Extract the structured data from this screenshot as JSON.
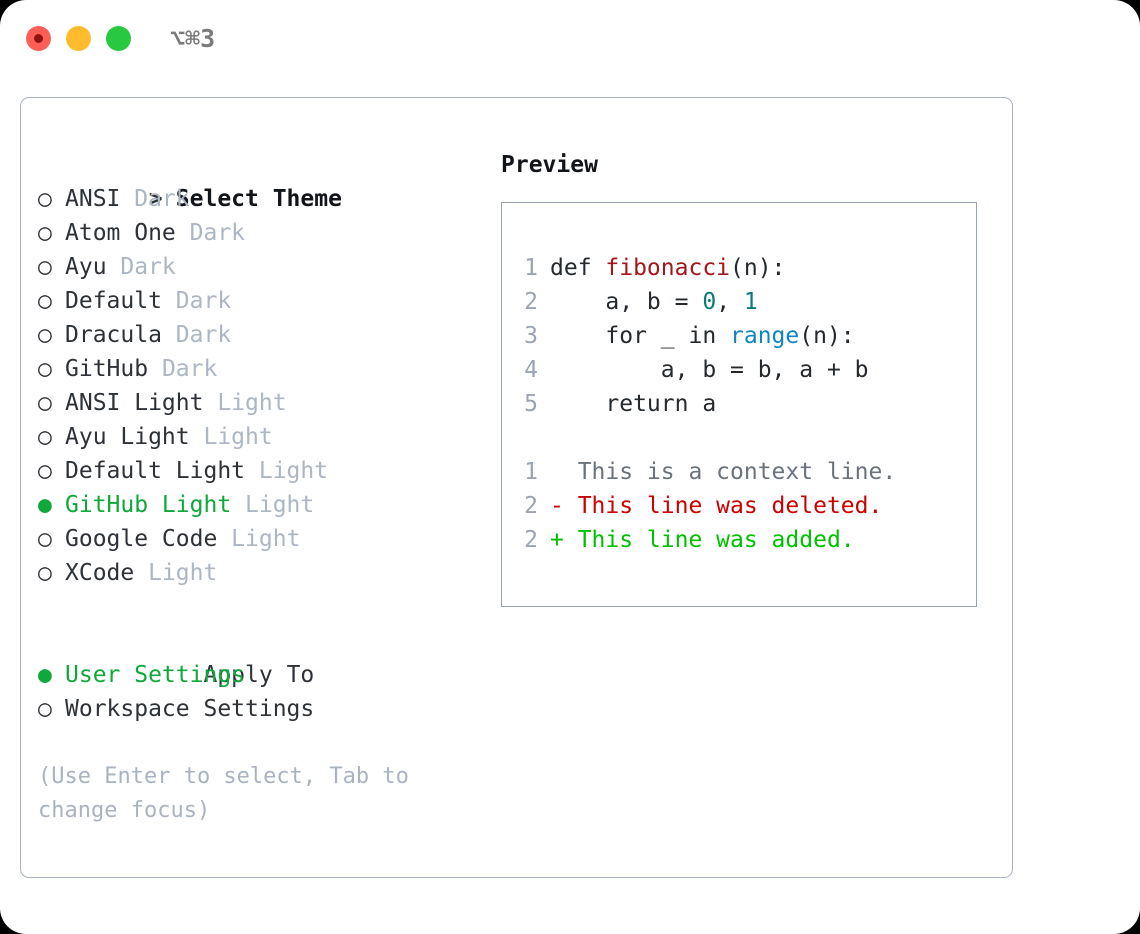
{
  "titlebar": {
    "shortcut": "⌥⌘3",
    "buttons": [
      {
        "name": "close",
        "color": "#fd5f57"
      },
      {
        "name": "minimize",
        "color": "#febb2e"
      },
      {
        "name": "maximize",
        "color": "#28c840"
      }
    ]
  },
  "theme_picker": {
    "heading_marker": ">",
    "heading": "Select Theme",
    "marker_selected": "●",
    "marker_unselected": "○",
    "items": [
      {
        "marker": "○",
        "name": "ANSI",
        "tag": "Dark",
        "selected": false
      },
      {
        "marker": "○",
        "name": "Atom One",
        "tag": "Dark",
        "selected": false
      },
      {
        "marker": "○",
        "name": "Ayu",
        "tag": "Dark",
        "selected": false
      },
      {
        "marker": "○",
        "name": "Default",
        "tag": "Dark",
        "selected": false
      },
      {
        "marker": "○",
        "name": "Dracula",
        "tag": "Dark",
        "selected": false
      },
      {
        "marker": "○",
        "name": "GitHub",
        "tag": "Dark",
        "selected": false
      },
      {
        "marker": "○",
        "name": "ANSI Light",
        "tag": "Light",
        "selected": false
      },
      {
        "marker": "○",
        "name": "Ayu Light",
        "tag": "Light",
        "selected": false
      },
      {
        "marker": "○",
        "name": "Default Light",
        "tag": "Light",
        "selected": false
      },
      {
        "marker": "●",
        "name": "GitHub Light",
        "tag": "Light",
        "selected": true
      },
      {
        "marker": "○",
        "name": "Google Code",
        "tag": "Light",
        "selected": false
      },
      {
        "marker": "○",
        "name": "XCode",
        "tag": "Light",
        "selected": false
      }
    ]
  },
  "apply_to": {
    "heading": "Apply To",
    "options": [
      {
        "marker": "●",
        "label": "User Settings",
        "selected": true
      },
      {
        "marker": "○",
        "label": "Workspace Settings",
        "selected": false
      }
    ]
  },
  "hint": "(Use Enter to select, Tab to change focus)",
  "preview": {
    "title": "Preview",
    "code_lines": [
      {
        "num": "1",
        "tokens": [
          {
            "t": "def ",
            "c": "tok-plain"
          },
          {
            "t": "fibonacci",
            "c": "tok-fn-def"
          },
          {
            "t": "(n):",
            "c": "tok-plain"
          }
        ]
      },
      {
        "num": "2",
        "tokens": [
          {
            "t": "    a, b = ",
            "c": "tok-plain"
          },
          {
            "t": "0",
            "c": "tok-num"
          },
          {
            "t": ", ",
            "c": "tok-plain"
          },
          {
            "t": "1",
            "c": "tok-num"
          }
        ]
      },
      {
        "num": "3",
        "tokens": [
          {
            "t": "    for _ in ",
            "c": "tok-plain"
          },
          {
            "t": "range",
            "c": "tok-call"
          },
          {
            "t": "(n):",
            "c": "tok-plain"
          }
        ]
      },
      {
        "num": "4",
        "tokens": [
          {
            "t": "        a, b = b, a + b",
            "c": "tok-plain"
          }
        ]
      },
      {
        "num": "5",
        "tokens": [
          {
            "t": "    return a",
            "c": "tok-plain"
          }
        ]
      }
    ],
    "diff_lines": [
      {
        "num": "1",
        "sign": "  ",
        "text": "This is a context line.",
        "cls": "diff-ctx"
      },
      {
        "num": "2",
        "sign": "- ",
        "text": "This line was deleted.",
        "cls": "diff-del"
      },
      {
        "num": "2",
        "sign": "+ ",
        "text": "This line was added.",
        "cls": "diff-add"
      }
    ]
  },
  "colors": {
    "accent_green": "#0fa83a",
    "tag_gray": "#adb6c3",
    "panel_border": "#aab4c2",
    "preview_border": "#97a3b4",
    "diff_deleted": "#cc0000",
    "diff_added": "#00c000",
    "function_red": "#a3161b",
    "call_blue": "#1184c4",
    "number_teal": "#0a7b7b"
  }
}
